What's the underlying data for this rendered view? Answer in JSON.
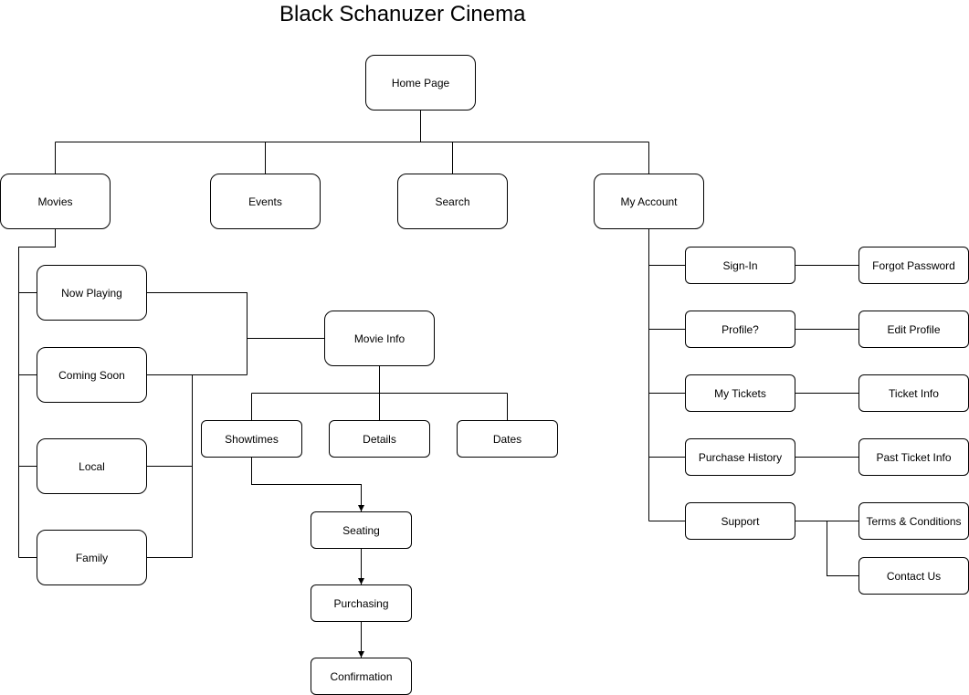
{
  "title": "Black Schanuzer Cinema",
  "nodes": {
    "home": "Home Page",
    "movies": "Movies",
    "events": "Events",
    "search": "Search",
    "my_account": "My Account",
    "now_playing": "Now Playing",
    "coming_soon": "Coming Soon",
    "local": "Local",
    "family": "Family",
    "movie_info": "Movie Info",
    "showtimes": "Showtimes",
    "details": "Details",
    "dates": "Dates",
    "seating": "Seating",
    "purchasing": "Purchasing",
    "confirmation": "Confirmation",
    "sign_in": "Sign-In",
    "forgot_password": "Forgot Password",
    "profile": "Profile?",
    "edit_profile": "Edit Profile",
    "my_tickets": "My Tickets",
    "ticket_info": "Ticket Info",
    "purchase_history": "Purchase History",
    "past_ticket_info": "Past Ticket Info",
    "support": "Support",
    "terms_conditions": "Terms & Conditions",
    "contact_us": "Contact Us"
  },
  "colors": {
    "line": "#000000",
    "box_border": "#000000",
    "box_fill": "#ffffff"
  }
}
